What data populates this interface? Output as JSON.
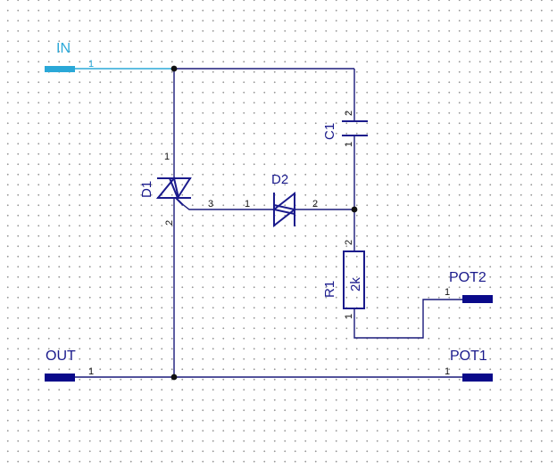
{
  "ports": {
    "in": "IN",
    "out": "OUT",
    "pot1": "POT1",
    "pot2": "POT2"
  },
  "components": {
    "d1": {
      "ref": "D1"
    },
    "d2": {
      "ref": "D2"
    },
    "c1": {
      "ref": "C1"
    },
    "r1": {
      "ref": "R1",
      "value": "2k"
    }
  },
  "pins": {
    "in": "1",
    "out": "1",
    "pot1": "1",
    "pot2": "1",
    "d1_top": "1",
    "d1_bottom": "2",
    "d1_gate": "3",
    "d2_left": "1",
    "d2_right": "2",
    "c1_top": "2",
    "c1_bottom": "1",
    "r1_top": "2",
    "r1_bottom": "1"
  },
  "colors": {
    "wire": "#1a1a7a",
    "symbol": "#1a1a8c",
    "input_port": "#2aa8d8",
    "junction": "#111111"
  }
}
